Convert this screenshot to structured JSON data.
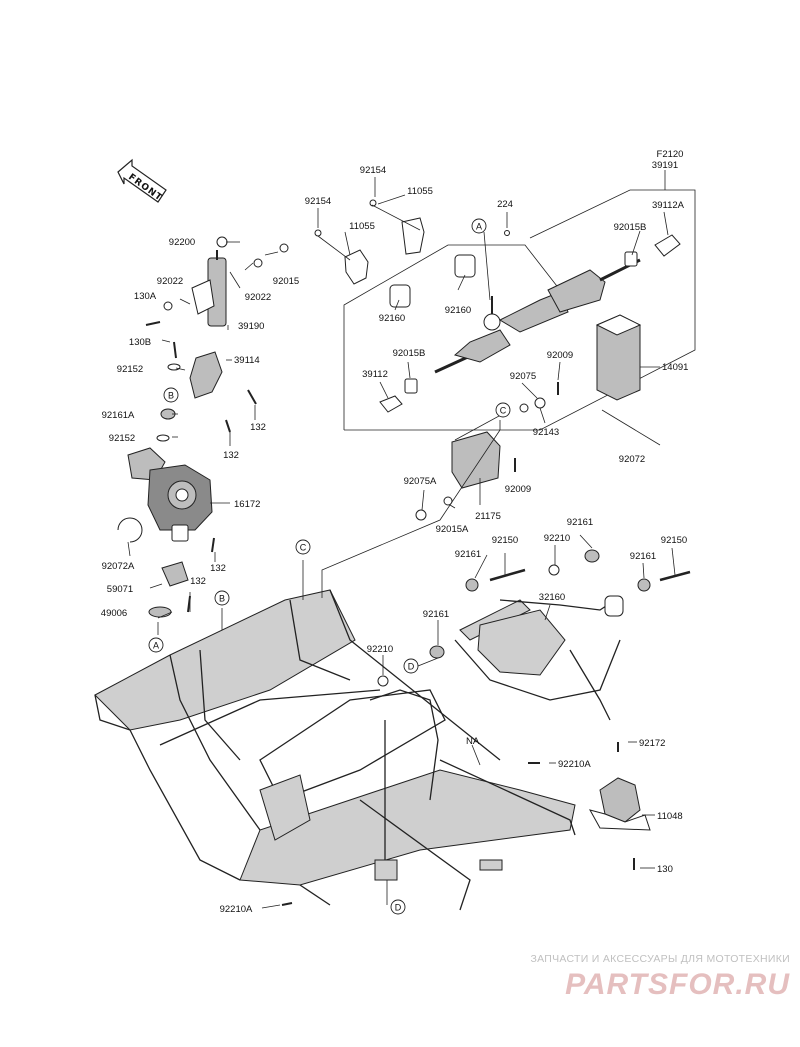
{
  "colors": {
    "ink": "#111111",
    "watermark_gray": "#c0c0c0",
    "watermark_red": "#d9a3a3"
  },
  "orientation": {
    "front_label": "FRONT"
  },
  "reference_markers": {
    "a": "A",
    "b": "B",
    "c": "C",
    "d": "D",
    "na": "NA"
  },
  "labels": {
    "f2120": "F2120",
    "p39191": "39191",
    "p92154_a": "92154",
    "p11055_a": "11055",
    "p92154_b": "92154",
    "p11055_b": "11055",
    "p224": "224",
    "p39112A": "39112A",
    "p92015B_a": "92015B",
    "p92160_a": "92160",
    "p92160_b": "92160",
    "p92015B_b": "92015B",
    "p92009_a": "92009",
    "p39112": "39112",
    "p92075": "92075",
    "p14091": "14091",
    "p92143": "92143",
    "p92072": "92072",
    "p92200": "92200",
    "p92022_a": "92022",
    "p92015": "92015",
    "p130A": "130A",
    "p92022_b": "92022",
    "p39190": "39190",
    "p130B": "130B",
    "p92152_a": "92152",
    "p39114": "39114",
    "p132_a": "132",
    "p92161A": "92161A",
    "p92152_b": "92152",
    "p132_b": "132",
    "p16172": "16172",
    "p92072A": "92072A",
    "p132_c": "132",
    "p59071": "59071",
    "p132_d": "132",
    "p49006": "49006",
    "p92075A": "92075A",
    "p92009_b": "92009",
    "p92015A": "92015A",
    "p21175": "21175",
    "p92161_a": "92161",
    "p92150_a": "92150",
    "p92210_a": "92210",
    "p92161_b": "92161",
    "p92161_c": "92161",
    "p92150_b": "92150",
    "p32160": "32160",
    "p92161_d": "92161",
    "p92210_b": "92210",
    "p92210A_a": "92210A",
    "p92172": "92172",
    "p11048": "11048",
    "p130": "130",
    "p92210A_b": "92210A"
  },
  "watermark": {
    "caption": "ЗАПЧАСТИ И АКСЕССУАРЫ ДЛЯ МОТОТЕХНИКИ",
    "brand": "PARTSFOR.RU"
  }
}
